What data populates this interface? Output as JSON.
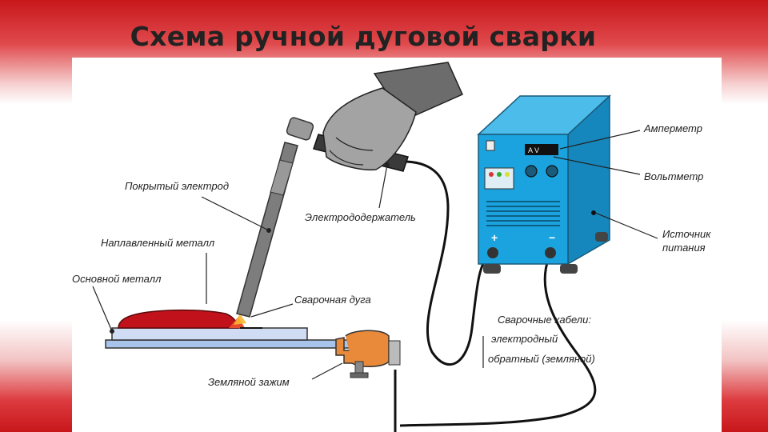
{
  "title": "Схема ручной дуговой сварки",
  "labels": {
    "ammeter": "Амперметр",
    "voltmeter": "Вольтметр",
    "power_source_1": "Источник",
    "power_source_2": "питания",
    "coated_electrode": "Покрытый электрод",
    "electrode_holder": "Электрододержатель",
    "deposited_metal": "Наплавленный металл",
    "base_metal": "Основной металл",
    "welding_arc": "Сварочная дуга",
    "welding_cables": "Сварочные кабели:",
    "cable_electrode": "электродный",
    "cable_return": "обратный (земляной)",
    "ground_clamp": "Земляной зажим"
  },
  "colors": {
    "title_band": "#c8171b",
    "machine_blue": "#1aa3de",
    "weld_red": "#c1121c",
    "plate_blue": "#a9c4ea",
    "clamp_orange": "#e9893a",
    "glove_gray": "#a3a3a3"
  }
}
